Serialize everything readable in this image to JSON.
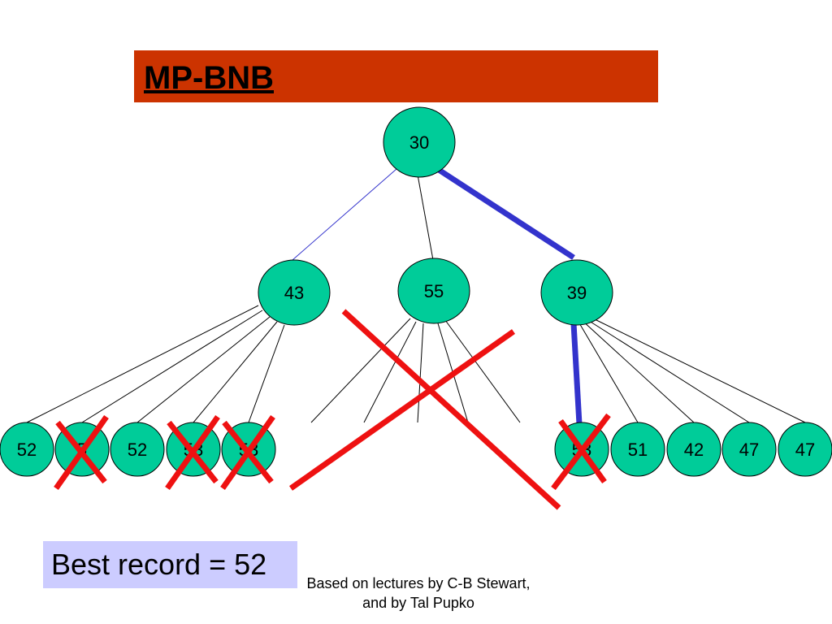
{
  "slide": {
    "title": "MP-BNB",
    "best_record": "Best record = 52",
    "footer_line1": "Based on lectures by C-B Stewart,",
    "footer_line2": "and by Tal Pupko"
  },
  "tree": {
    "root": {
      "id": "root",
      "label": "30"
    },
    "level1": [
      {
        "id": "n43",
        "label": "43",
        "edge": "thin-blue"
      },
      {
        "id": "n55",
        "label": "55",
        "edge": "black",
        "pruned": true
      },
      {
        "id": "n39",
        "label": "39",
        "edge": "thick-blue"
      }
    ],
    "leaves_of_43": [
      {
        "label": "52",
        "crossed": false
      },
      {
        "label": "5",
        "crossed": true
      },
      {
        "label": "52",
        "crossed": false
      },
      {
        "label": "53",
        "crossed": true
      },
      {
        "label": "53",
        "crossed": true
      }
    ],
    "leaves_of_39": [
      {
        "label": "53",
        "crossed": true,
        "edge": "thick-blue"
      },
      {
        "label": "51",
        "crossed": false
      },
      {
        "label": "42",
        "crossed": false
      },
      {
        "label": "47",
        "crossed": false
      },
      {
        "label": "47",
        "crossed": false
      }
    ]
  },
  "colors": {
    "title_bar": "#cc3300",
    "node_fill": "#00cc99",
    "node_stroke": "#000000",
    "thick_edge": "#3333cc",
    "thin_edge": "#3333cc",
    "cross": "#ee1111",
    "record_box": "#ccccff"
  }
}
